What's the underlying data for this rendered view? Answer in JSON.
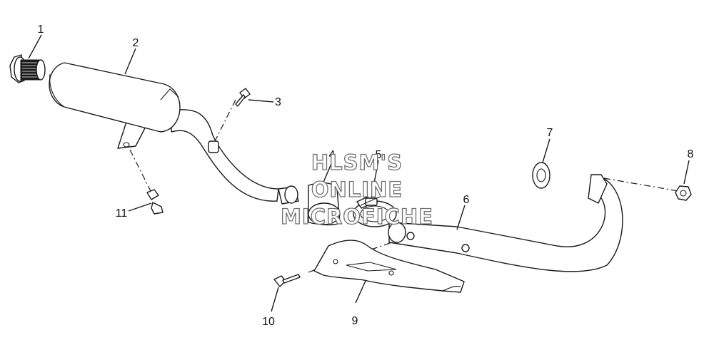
{
  "diagram": {
    "callouts": [
      "1",
      "2",
      "3",
      "4",
      "5",
      "6",
      "7",
      "8",
      "9",
      "10",
      "11"
    ]
  },
  "watermark": {
    "line1": "HLSM'S",
    "line2": "ONLINE",
    "line3": "MICROFICHE"
  }
}
